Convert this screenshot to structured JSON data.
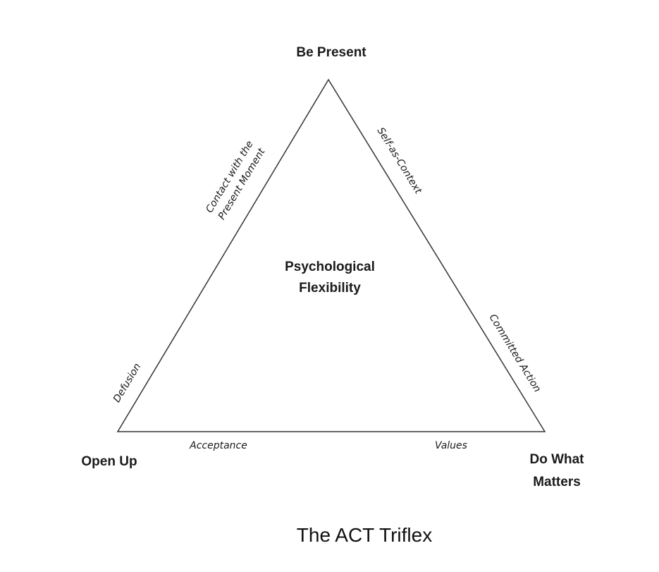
{
  "diagram": {
    "vertices": {
      "top": "Be Present",
      "bottom_left": "Open Up",
      "bottom_right_line1": "Do What",
      "bottom_right_line2": "Matters"
    },
    "left_side": {
      "upper_line1": "Contact with the",
      "upper_line2": "Present Moment",
      "lower": "Defusion"
    },
    "right_side": {
      "upper": "Self-as-Context",
      "lower": "Committed Action"
    },
    "bottom_side": {
      "left": "Acceptance",
      "right": "Values"
    },
    "center_line1": "Psychological",
    "center_line2": "Flexibility",
    "line_color": "#333333"
  },
  "caption": "The ACT Triflex"
}
